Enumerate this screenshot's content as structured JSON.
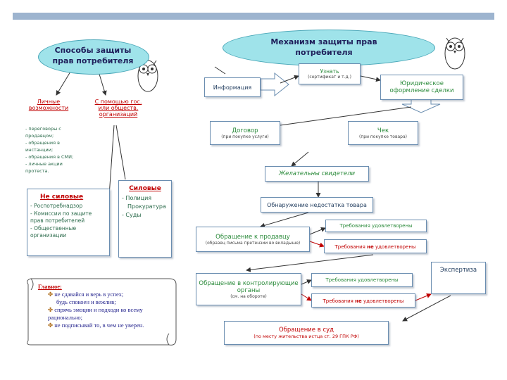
{
  "left": {
    "title": "Способы защиты прав потребителя",
    "personal_label": "Личные возможности",
    "state_label": "С помощью гос. или обществ. организаций",
    "personal_items": [
      "- переговоры с продавцом;",
      "- обращения в инстанции;",
      "- обращения в СМИ;",
      "- личные акции протеста."
    ],
    "not_force_title": "Не силовые",
    "not_force_items": [
      "- Роспотребнадзор",
      "- Комиссии по защите прав потребителей",
      "- Общественные организации"
    ],
    "force_title": "Силовые",
    "force_items": [
      "- Полиция",
      "Прокуратура",
      "- Суды"
    ],
    "main_title": "Главное:",
    "main_items": [
      "не сдавайся и верь в успех;",
      "будь спокоен и вежлив;",
      "спрячь эмоции и подходи ко всему рационально;",
      "не подписывай то, в чем не уверен."
    ]
  },
  "right": {
    "title": "Механизм защиты прав потребителя",
    "info": "Информация",
    "learn": "Узнать",
    "learn_sub": "(сертификат и т.д.)",
    "legal": "Юридическое оформление сделки",
    "contract": "Договор",
    "contract_sub": "(при покупке услуги)",
    "check": "Чек",
    "check_sub": "(при покупке товара)",
    "witnesses": "Желательны свидетели",
    "defect": "Обнаружение недостатка товара",
    "seller": "Обращение к продавцу",
    "seller_sub": "(образец письма претензии во вкладыше)",
    "satisfied": "Требования удовлетворены",
    "not_satisfied_a": "Требования ",
    "not_word": "не",
    "not_satisfied_b": " удовлетворены",
    "control": "Обращение в контролирующие органы",
    "control_sub": "(см. на обороте)",
    "expertise": "Экспертиза",
    "court": "Обращение в суд",
    "court_sub": "(по месту жительства истца ст. 29 ГПК РФ)"
  }
}
